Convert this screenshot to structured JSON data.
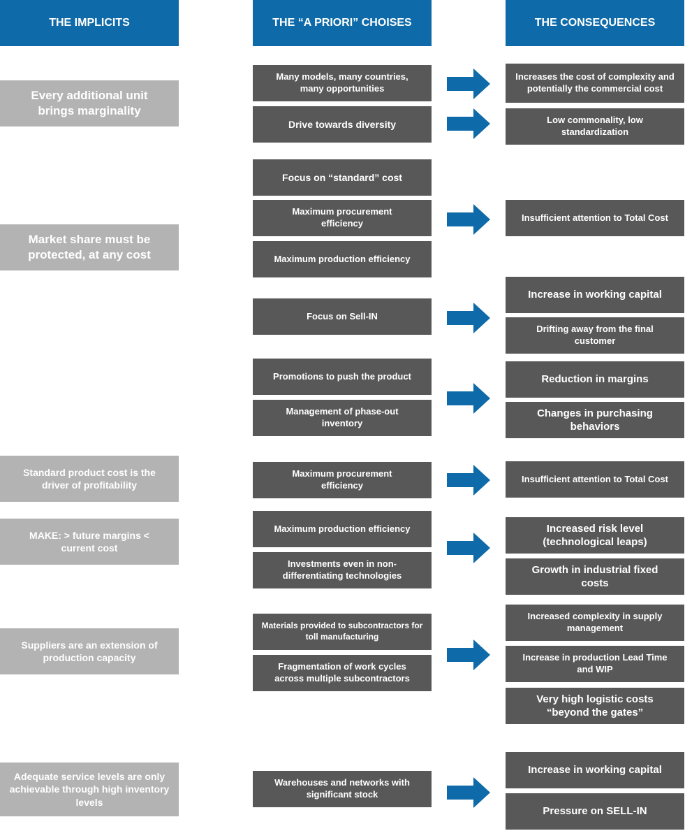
{
  "headers": {
    "implicits": "THE IMPLICITS",
    "choices": "THE “A PRIORI” CHOISES",
    "consequences": "THE CONSEQUENCES"
  },
  "implicits": [
    "Every additional unit brings marginality",
    "Market share must be protected, at any cost",
    "Standard product cost is the driver of profitability",
    "MAKE: > future margins < current cost",
    "Suppliers are an extension of production capacity",
    "Adequate service levels are only achievable through high inventory levels"
  ],
  "choices": [
    "Many models, many countries, many opportunities",
    "Drive towards diversity",
    "Focus on “standard” cost",
    "Maximum procurement efficiency",
    "Maximum production efficiency",
    "Focus on Sell-IN",
    "Promotions to push the product",
    "Management of phase-out inventory",
    "Maximum procurement efficiency",
    "Maximum production efficiency",
    "Investments even in non-differentiating technologies",
    "Materials provided to subcontractors for toll manufacturing",
    "Fragmentation of work cycles across multiple subcontractors",
    "Warehouses and networks with significant stock"
  ],
  "consequences": [
    "Increases the cost of complexity and potentially the commercial cost",
    "Low commonality, low standardization",
    "Insufficient attention to Total Cost",
    "Increase in working capital",
    "Drifting away from the final customer",
    "Reduction in margins",
    "Changes in purchasing behaviors",
    "Insufficient attention to Total Cost",
    "Increased risk level (technological leaps)",
    "Growth in industrial fixed costs",
    "Increased complexity in supply management",
    "Increase in production Lead Time and WIP",
    "Very high logistic costs “beyond the gates”",
    "Increase in working capital",
    "Pressure on SELL-IN"
  ],
  "colors": {
    "header": "#0e6aa8",
    "implicit": "#b3b3b3",
    "box": "#585858",
    "arrow": "#0e6aa8"
  },
  "icons": {
    "arrow": "right-arrow-icon"
  }
}
